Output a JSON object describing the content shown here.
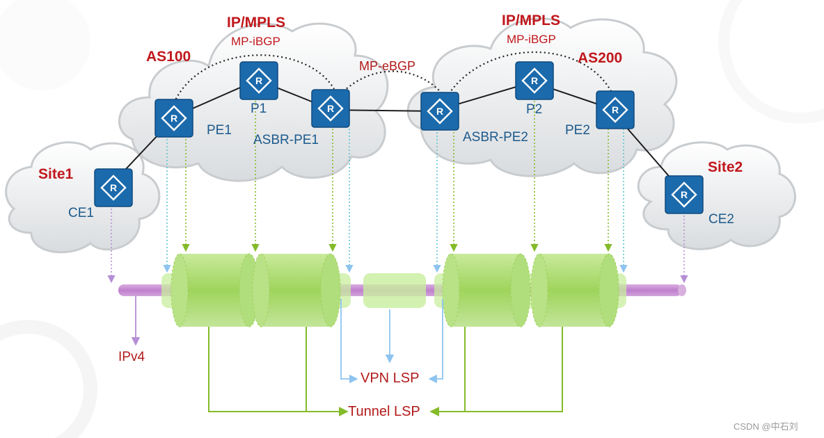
{
  "diagram": {
    "protocol_labels": {
      "left_ipmpls": "IP/MPLS",
      "left_mpibgp": "MP-iBGP",
      "right_ipmpls": "IP/MPLS",
      "right_mpibgp": "MP-iBGP",
      "mpebgp": "MP-eBGP"
    },
    "as_labels": {
      "left": "AS100",
      "right": "AS200"
    },
    "site_labels": {
      "left": "Site1",
      "right": "Site2"
    },
    "routers": {
      "ce1": "CE1",
      "pe1": "PE1",
      "p1": "P1",
      "asbr_pe1": "ASBR-PE1",
      "asbr_pe2": "ASBR-PE2",
      "p2": "P2",
      "pe2": "PE2",
      "ce2": "CE2"
    },
    "router_icon": "router-icon",
    "layer_labels": {
      "ipv4": "IPv4",
      "vpn_lsp": "VPN LSP",
      "tunnel_lsp": "Tunnel LSP"
    },
    "watermark": "CSDN @中石刘",
    "colors": {
      "router_fill": "#1b6aac",
      "label_red": "#c0171c",
      "label_blue": "#1c5a8c",
      "pipe": "#c58bd0",
      "tunnel": "#a6d86a",
      "green_arrow": "#84bb2a",
      "blue_arrow": "#8ec4ef",
      "purple_arrow": "#b58fd6"
    }
  }
}
